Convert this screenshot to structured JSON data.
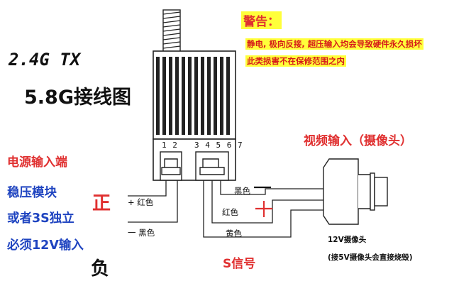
{
  "title": {
    "line1": "2.4G  TX",
    "line2": "5.8G接线图"
  },
  "warning": {
    "heading": "警告：",
    "line1": "静电, 极向反接, 超压输入均会导致硬件永久损坏",
    "line2": "此类损害不在保修范围之内"
  },
  "power": {
    "heading": "电源输入端",
    "line1": "稳压模块",
    "line2": "或者3S独立",
    "line3": "必须12V输入",
    "plus_symbol": "正",
    "minus_symbol": "负",
    "plus_wire": "+ 红色",
    "minus_wire": "一 黑色"
  },
  "module": {
    "pins_left": "1 2",
    "pins_right": "3 4 5 6 7"
  },
  "video": {
    "heading": "视频输入（摄像头）",
    "wire_black": "黑色",
    "wire_red": "红色",
    "wire_yellow": "黄色",
    "black_mark": "一",
    "red_mark": "十",
    "signal_label": "S信号"
  },
  "camera": {
    "label": "12V摄像头",
    "note": "(接5V摄像头会直接烧毁)"
  },
  "colors": {
    "red": "#e03030",
    "blue": "#1f44c0",
    "warn_bg": "#ffff3a"
  }
}
